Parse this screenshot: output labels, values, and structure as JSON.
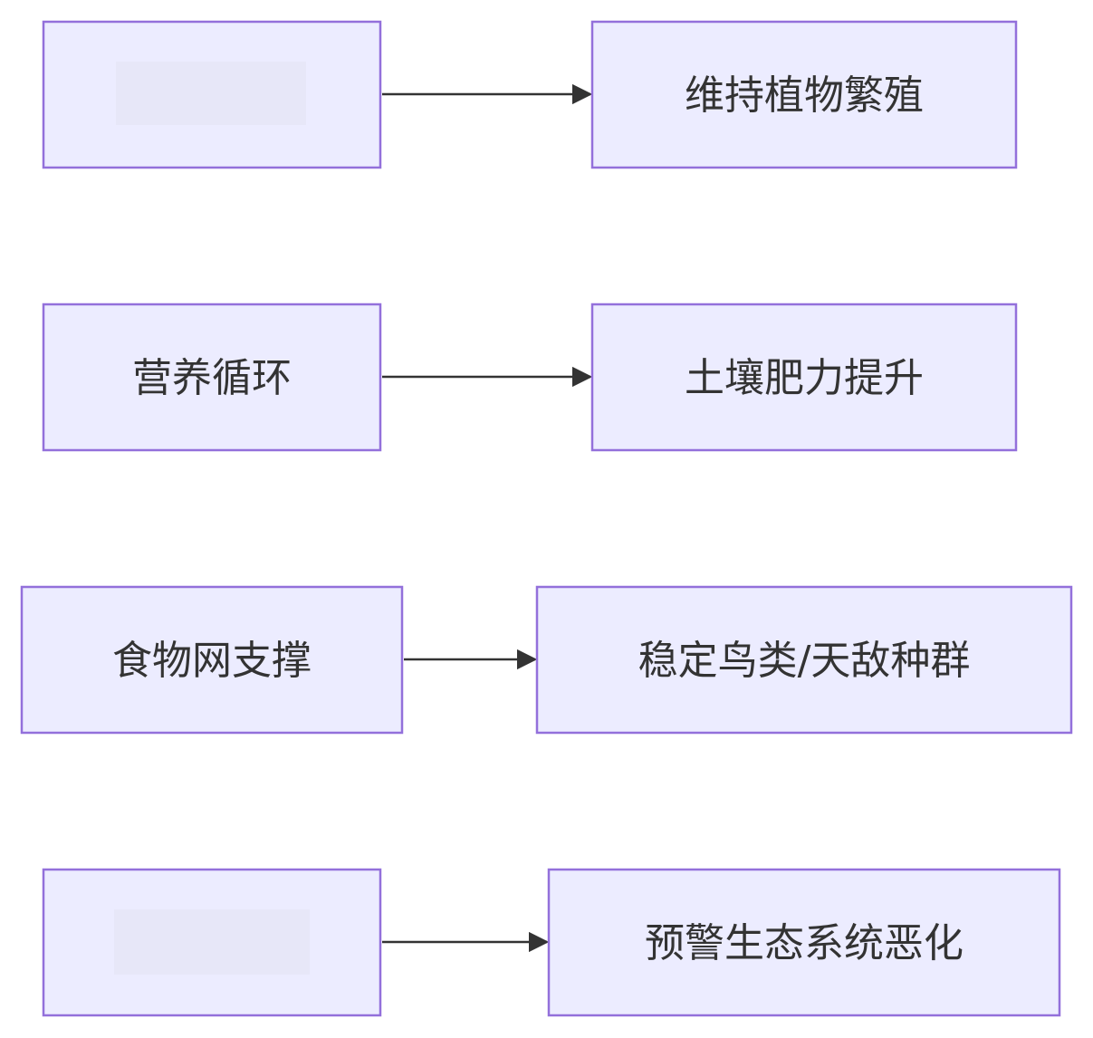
{
  "diagram": {
    "type": "flowchart",
    "colors": {
      "node_fill": "#ececff",
      "node_border": "#9370db",
      "edge": "#333333",
      "text": "#333333"
    },
    "rows": [
      {
        "source": "",
        "target": "维持植物繁殖"
      },
      {
        "source": "营养循环",
        "target": "土壤肥力提升"
      },
      {
        "source": "食物网支撑",
        "target": "稳定鸟类/天敌种群"
      },
      {
        "source": "",
        "target": "预警生态系统恶化"
      }
    ]
  }
}
